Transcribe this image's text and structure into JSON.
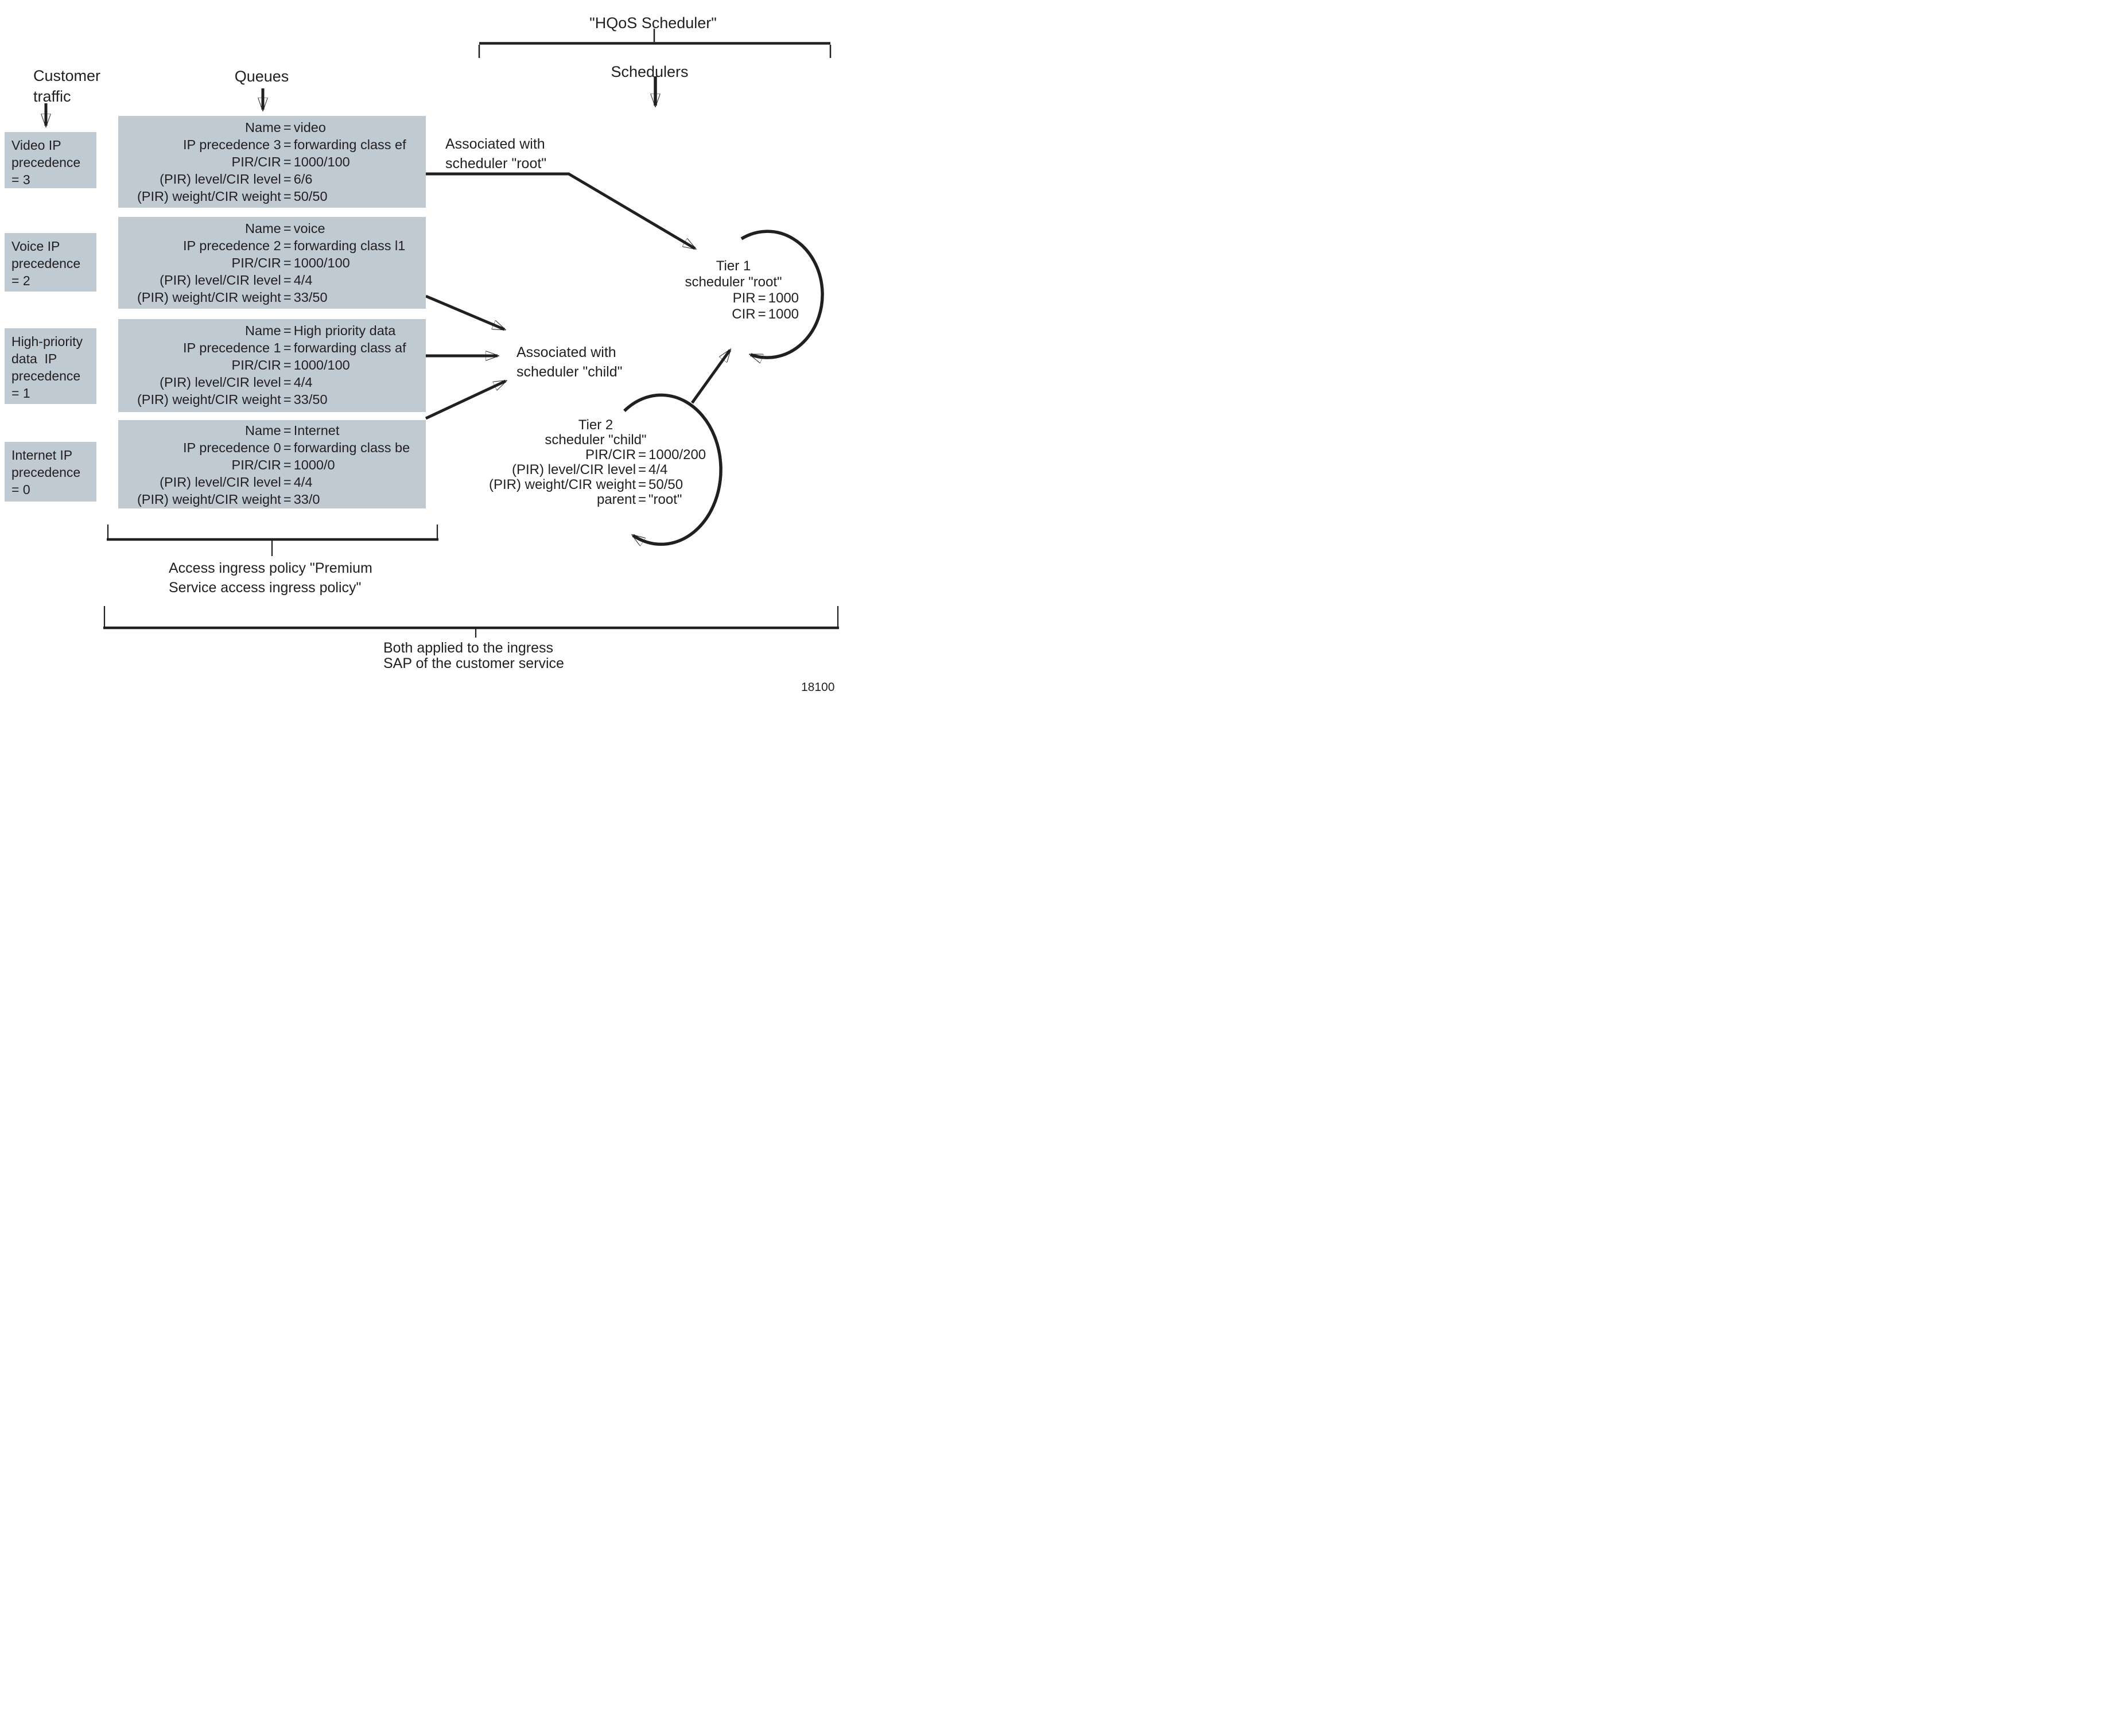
{
  "labels": {
    "customer_traffic": [
      "Customer",
      "traffic"
    ],
    "queues_header": "Queues",
    "hqos_title": "\"HQoS Scheduler\"",
    "schedulers": "Schedulers",
    "assoc_root": [
      "Associated with",
      "scheduler \"root\""
    ],
    "assoc_child": [
      "Associated with",
      "scheduler \"child\""
    ],
    "access_policy": [
      "Access ingress policy \"Premium",
      "Service access ingress policy\""
    ],
    "both_applied": [
      "Both applied to the ingress",
      "SAP of the customer service"
    ],
    "figure_number": "18100"
  },
  "traffic_classes": [
    {
      "name": "video",
      "lines": [
        "Video IP",
        "precedence",
        "= 3"
      ]
    },
    {
      "name": "voice",
      "lines": [
        "Voice IP",
        "precedence",
        "= 2"
      ]
    },
    {
      "name": "high-priority-data",
      "lines": [
        "High-priority",
        "data  IP",
        "precedence",
        "= 1"
      ]
    },
    {
      "name": "internet",
      "lines": [
        "Internet IP",
        "precedence",
        "= 0"
      ]
    }
  ],
  "queues": [
    {
      "name": "video",
      "lines": [
        {
          "l": "Name",
          "r": "video"
        },
        {
          "l": "IP precedence 3",
          "r": "forwarding class ef"
        },
        {
          "l": "PIR/CIR",
          "r": "1000/100"
        },
        {
          "l": "(PIR) level/CIR level",
          "r": "6/6"
        },
        {
          "l": "(PIR) weight/CIR weight",
          "r": "50/50"
        }
      ]
    },
    {
      "name": "voice",
      "lines": [
        {
          "l": "Name",
          "r": "voice"
        },
        {
          "l": "IP precedence 2",
          "r": "forwarding class l1"
        },
        {
          "l": "PIR/CIR",
          "r": "1000/100"
        },
        {
          "l": "(PIR) level/CIR level",
          "r": "4/4"
        },
        {
          "l": "(PIR) weight/CIR weight",
          "r": "33/50"
        }
      ]
    },
    {
      "name": "high-priority-data",
      "lines": [
        {
          "l": "Name",
          "r": "High priority data"
        },
        {
          "l": "IP precedence 1",
          "r": "forwarding class af"
        },
        {
          "l": "PIR/CIR",
          "r": "1000/100"
        },
        {
          "l": "(PIR) level/CIR level",
          "r": "4/4"
        },
        {
          "l": "(PIR) weight/CIR weight",
          "r": "33/50"
        }
      ]
    },
    {
      "name": "internet",
      "lines": [
        {
          "l": "Name",
          "r": "Internet"
        },
        {
          "l": "IP precedence 0",
          "r": "forwarding class be"
        },
        {
          "l": "PIR/CIR",
          "r": "1000/0"
        },
        {
          "l": "(PIR) level/CIR level",
          "r": "4/4"
        },
        {
          "l": "(PIR) weight/CIR weight",
          "r": "33/0"
        }
      ]
    }
  ],
  "tier1": {
    "lines": [
      {
        "c": "Tier 1"
      },
      {
        "c": "scheduler \"root\""
      },
      {
        "l": "PIR",
        "r": "1000"
      },
      {
        "l": "CIR",
        "r": "1000"
      }
    ]
  },
  "tier2": {
    "lines": [
      {
        "c": "Tier 2"
      },
      {
        "c": "scheduler \"child\""
      },
      {
        "l": "PIR/CIR",
        "r": "1000/200"
      },
      {
        "l": "(PIR) level/CIR level",
        "r": "4/4"
      },
      {
        "l": "(PIR) weight/CIR weight",
        "r": "50/50"
      },
      {
        "l": "parent",
        "r": "\"root\""
      }
    ]
  },
  "colors": {
    "box_fill": "#bfcad3",
    "ink": "#231f20",
    "background": "#ffffff"
  }
}
